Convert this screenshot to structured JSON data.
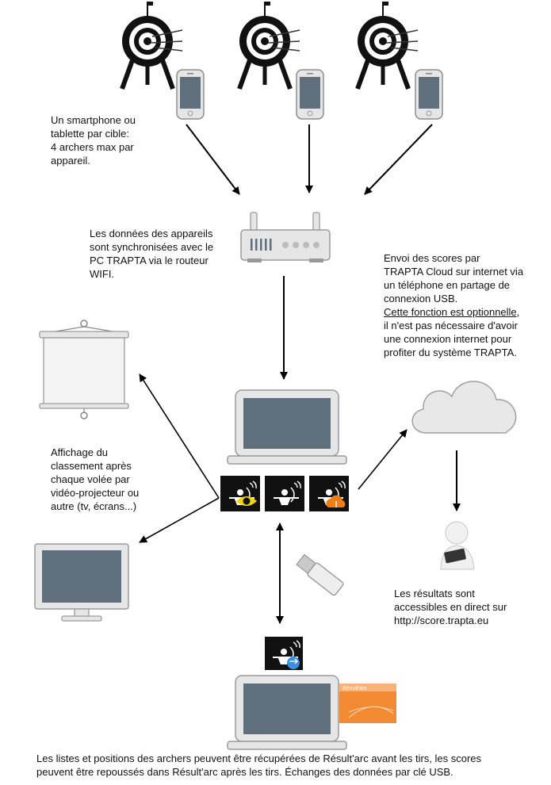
{
  "captions": {
    "per_target": "Un smartphone ou\ntablette par cible:\n4 archers max par\nappareil.",
    "router_sync": "Les données des appareils\nsont synchronisées avec le\nPC TRAPTA via le routeur\nWIFI.",
    "cloud_line1": "Envoi des scores par\nTRAPTA Cloud sur internet via\nun téléphone en partage de\nconnexion USB.",
    "cloud_optional": "Cette fonction est optionnelle",
    "cloud_line2": ",\nil n'est pas nécessaire d'avoir\nune connexion internet pour\nprofiter du système TRAPTA.",
    "display": "Affichage du\nclassement après\nchaque volée par\nvidéo-projecteur ou\nautre (tv, écrans...)",
    "results": "Les résultats sont\naccessibles en direct sur\nhttp://score.trapta.eu",
    "bottom": "Les listes et positions des archers peuvent être récupérées de Résult'arc avant les tirs, les scores\npeuvent être repoussés dans Résult'arc après les tirs. Échanges des données par clé USB.",
    "resultarc_thumb": "Résult'arc"
  },
  "colors": {
    "screen": "#5f6f7b",
    "device_frame": "#e4e4e4",
    "device_stroke": "#9a9a9a",
    "app_tile": "#111111",
    "eye": "#f2d40a",
    "cloud_badge": "#f07c12",
    "sync_badge": "#3a8fe0",
    "resultarc": "#f28a33"
  },
  "icons": [
    "archery-target-icon",
    "smartphone-icon",
    "wifi-router-icon",
    "projector-screen-icon",
    "monitor-icon",
    "laptop-icon",
    "trapta-view-icon",
    "trapta-app-icon",
    "trapta-cloud-icon",
    "cloud-icon",
    "usb-key-icon",
    "user-tablet-icon",
    "trapta-sync-icon",
    "resultarc-thumbnail"
  ]
}
